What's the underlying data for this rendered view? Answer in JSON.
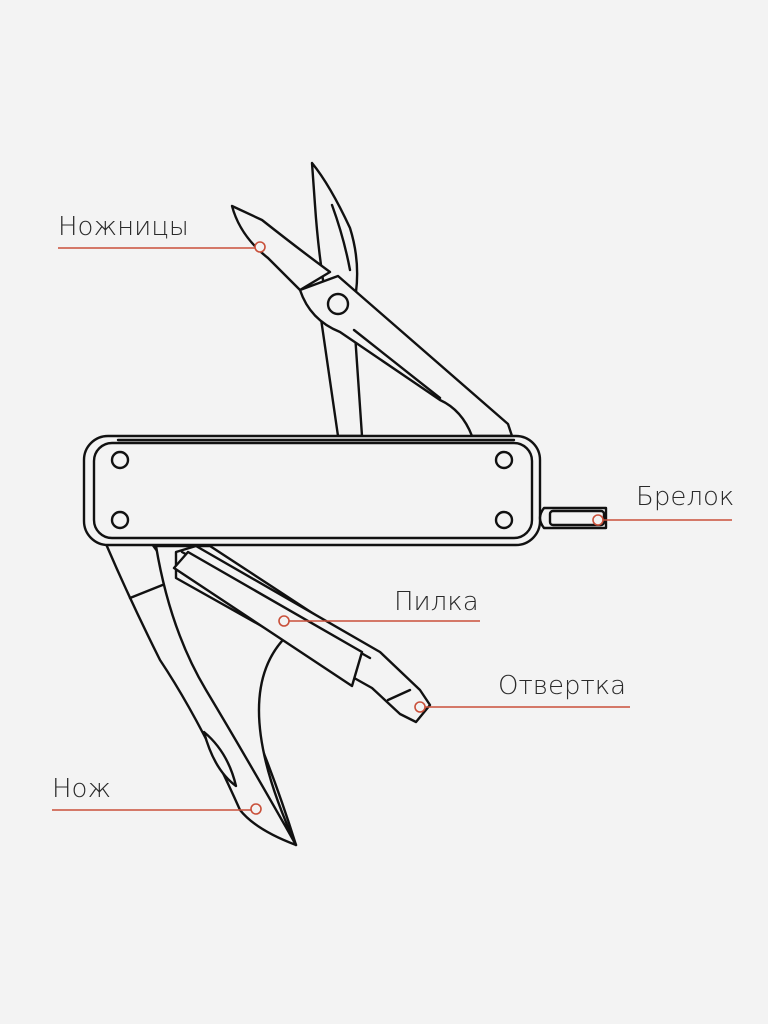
{
  "labels": {
    "scissors": "Ножницы",
    "keyring": "Брелок",
    "file": "Пилка",
    "screwdriver": "Отвертка",
    "knife": "Нож"
  },
  "colors": {
    "background": "#f3f3f3",
    "outline": "#111111",
    "leader": "#c9503a"
  }
}
